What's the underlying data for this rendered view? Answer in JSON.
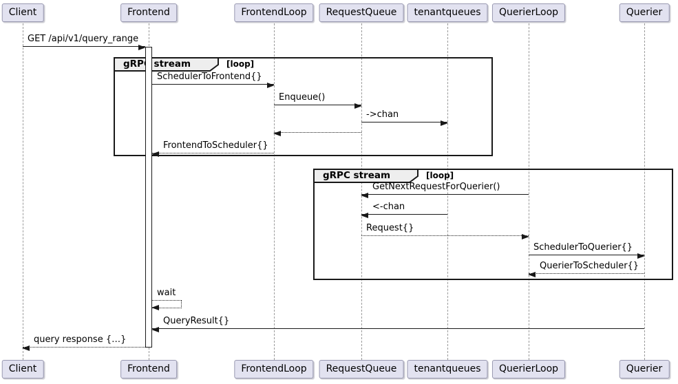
{
  "colors": {
    "participant-fill": "#E2E2F0",
    "participant-border": "#9898b0",
    "frame-border": "#181818",
    "header-fill": "#EEEEEE",
    "lifeline": "#999999",
    "arrow": "#181818"
  },
  "participants": [
    {
      "label": "Client"
    },
    {
      "label": "Frontend"
    },
    {
      "label": "FrontendLoop"
    },
    {
      "label": "RequestQueue"
    },
    {
      "label": "tenantqueues"
    },
    {
      "label": "QuerierLoop"
    },
    {
      "label": "Querier"
    }
  ],
  "fragments": [
    {
      "title": "gRPC stream",
      "operator": "[loop]"
    },
    {
      "title": "gRPC stream",
      "operator": "[loop]"
    }
  ],
  "messages": [
    {
      "label": "GET /api/v1/query_range",
      "from": "Client",
      "to": "Frontend",
      "line": "solid"
    },
    {
      "label": "SchedulerToFrontend{}",
      "from": "Frontend",
      "to": "FrontendLoop",
      "line": "solid"
    },
    {
      "label": "Enqueue()",
      "from": "FrontendLoop",
      "to": "RequestQueue",
      "line": "solid"
    },
    {
      "label": "->chan",
      "from": "RequestQueue",
      "to": "tenantqueues",
      "line": "solid"
    },
    {
      "label": "",
      "from": "RequestQueue",
      "to": "FrontendLoop",
      "line": "dotted"
    },
    {
      "label": "FrontendToScheduler{}",
      "from": "FrontendLoop",
      "to": "Frontend",
      "line": "dotted"
    },
    {
      "label": "GetNextRequestForQuerier()",
      "from": "QuerierLoop",
      "to": "RequestQueue",
      "line": "solid"
    },
    {
      "label": "<-chan",
      "from": "tenantqueues",
      "to": "RequestQueue",
      "line": "solid"
    },
    {
      "label": "Request{}",
      "from": "RequestQueue",
      "to": "QuerierLoop",
      "line": "dotted"
    },
    {
      "label": "SchedulerToQuerier{}",
      "from": "QuerierLoop",
      "to": "Querier",
      "line": "solid"
    },
    {
      "label": "QuerierToScheduler{}",
      "from": "Querier",
      "to": "QuerierLoop",
      "line": "dotted"
    },
    {
      "label": "wait",
      "from": "Frontend",
      "to": "Frontend",
      "line": "dotted"
    },
    {
      "label": "QueryResult{}",
      "from": "Querier",
      "to": "Frontend",
      "line": "solid"
    },
    {
      "label": "query response {…}",
      "from": "Frontend",
      "to": "Client",
      "line": "dotted"
    }
  ]
}
